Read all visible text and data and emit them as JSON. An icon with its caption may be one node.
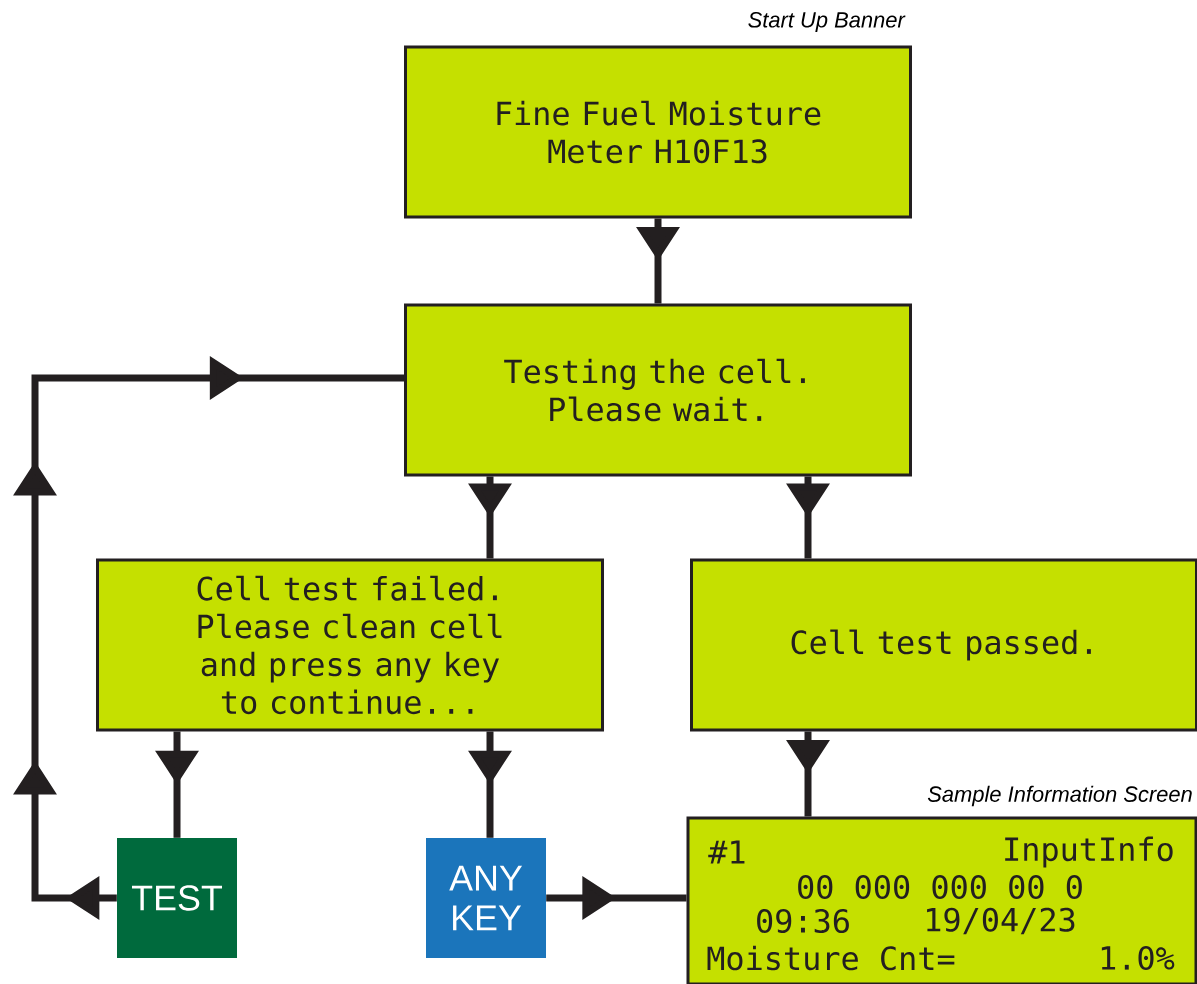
{
  "diagram": {
    "nodes": [
      {
        "text": [
          "Fine Fuel Moisture Meter H10F13"
        ],
        "beside": [
          "Start Up Banner"
        ]
      },
      {
        "text": [
          "Testing the cell. Please wait."
        ]
      },
      {
        "text": [
          "Cell test failed. Please clean cell and press any key to continue..."
        ]
      },
      {
        "text": [
          "Cell test passed."
        ]
      },
      {
        "text": [
          "TEST"
        ]
      },
      {
        "text": [
          "ANY KEY"
        ]
      },
      {
        "text": [
          "#1",
          "InputInfo",
          "00 000 000 00 0",
          "09:36",
          "19/04/23",
          "Moisture Cnt=",
          "1.0%"
        ],
        "beside": [
          "Sample Information Screen"
        ]
      }
    ],
    "edges": [
      {
        "from": 0,
        "to": 1,
        "arrow": "to"
      },
      {
        "from": 1,
        "to": 2,
        "arrow": "to"
      },
      {
        "from": 1,
        "to": 3,
        "arrow": "to"
      },
      {
        "from": 2,
        "to": 4,
        "arrow": "to"
      },
      {
        "from": 2,
        "to": 5,
        "arrow": "to"
      },
      {
        "from": 3,
        "to": 6,
        "arrow": "to"
      },
      {
        "from": 5,
        "to": 6,
        "arrow": "to"
      },
      {
        "from": 4,
        "to": 1,
        "arrow": "to"
      }
    ]
  }
}
